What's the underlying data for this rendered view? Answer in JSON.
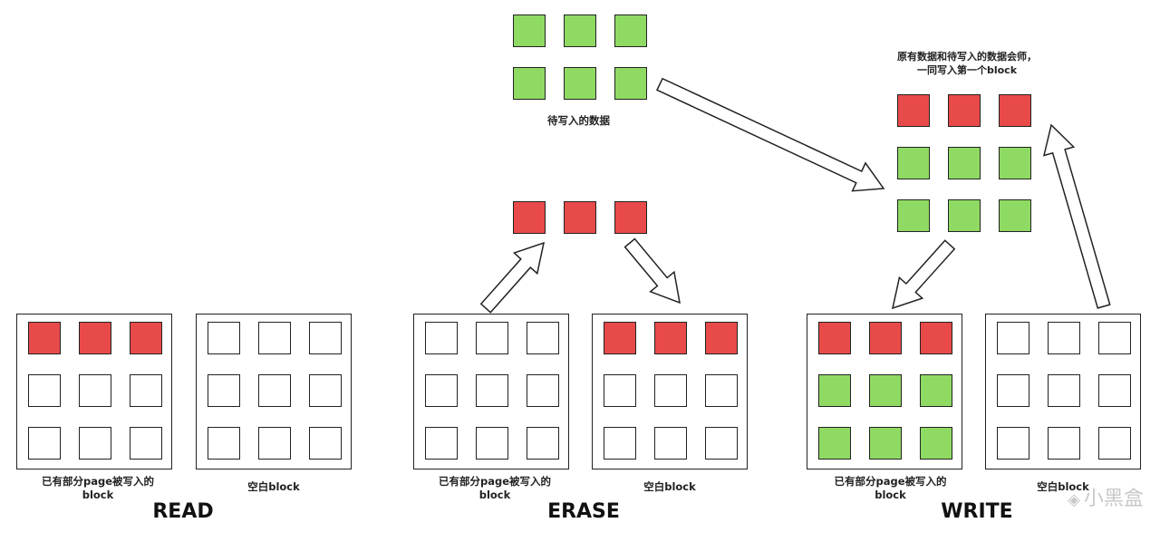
{
  "labels": {
    "partial_block": "已有部分page被写入的\nblock",
    "empty_block": "空白block",
    "pending_data": "待写入的数据",
    "combine_note": "原有数据和待写入的数据会师，\n一同写入第一个block"
  },
  "phases": {
    "read": "READ",
    "erase": "ERASE",
    "write": "WRITE"
  },
  "watermark": "小黑盒",
  "colors": {
    "written_page": "#e84a4a",
    "pending_page": "#8fda63",
    "empty_page": "#ffffff",
    "outline": "#222222"
  },
  "blocks": {
    "read_partial": [
      "red",
      "red",
      "red",
      "empty",
      "empty",
      "empty",
      "empty",
      "empty",
      "empty"
    ],
    "read_empty": [
      "empty",
      "empty",
      "empty",
      "empty",
      "empty",
      "empty",
      "empty",
      "empty",
      "empty"
    ],
    "erase_source": [
      "empty",
      "empty",
      "empty",
      "empty",
      "empty",
      "empty",
      "empty",
      "empty",
      "empty"
    ],
    "erase_target": [
      "red",
      "red",
      "red",
      "empty",
      "empty",
      "empty",
      "empty",
      "empty",
      "empty"
    ],
    "write_result": [
      "red",
      "red",
      "red",
      "green",
      "green",
      "green",
      "green",
      "green",
      "green"
    ],
    "write_empty": [
      "empty",
      "empty",
      "empty",
      "empty",
      "empty",
      "empty",
      "empty",
      "empty",
      "empty"
    ],
    "pending_data_grid": [
      "green",
      "green",
      "green",
      "green",
      "green",
      "green"
    ],
    "original_pages_row": [
      "red",
      "red",
      "red"
    ],
    "combined_grid": [
      "red",
      "red",
      "red",
      "green",
      "green",
      "green",
      "green",
      "green",
      "green"
    ]
  }
}
